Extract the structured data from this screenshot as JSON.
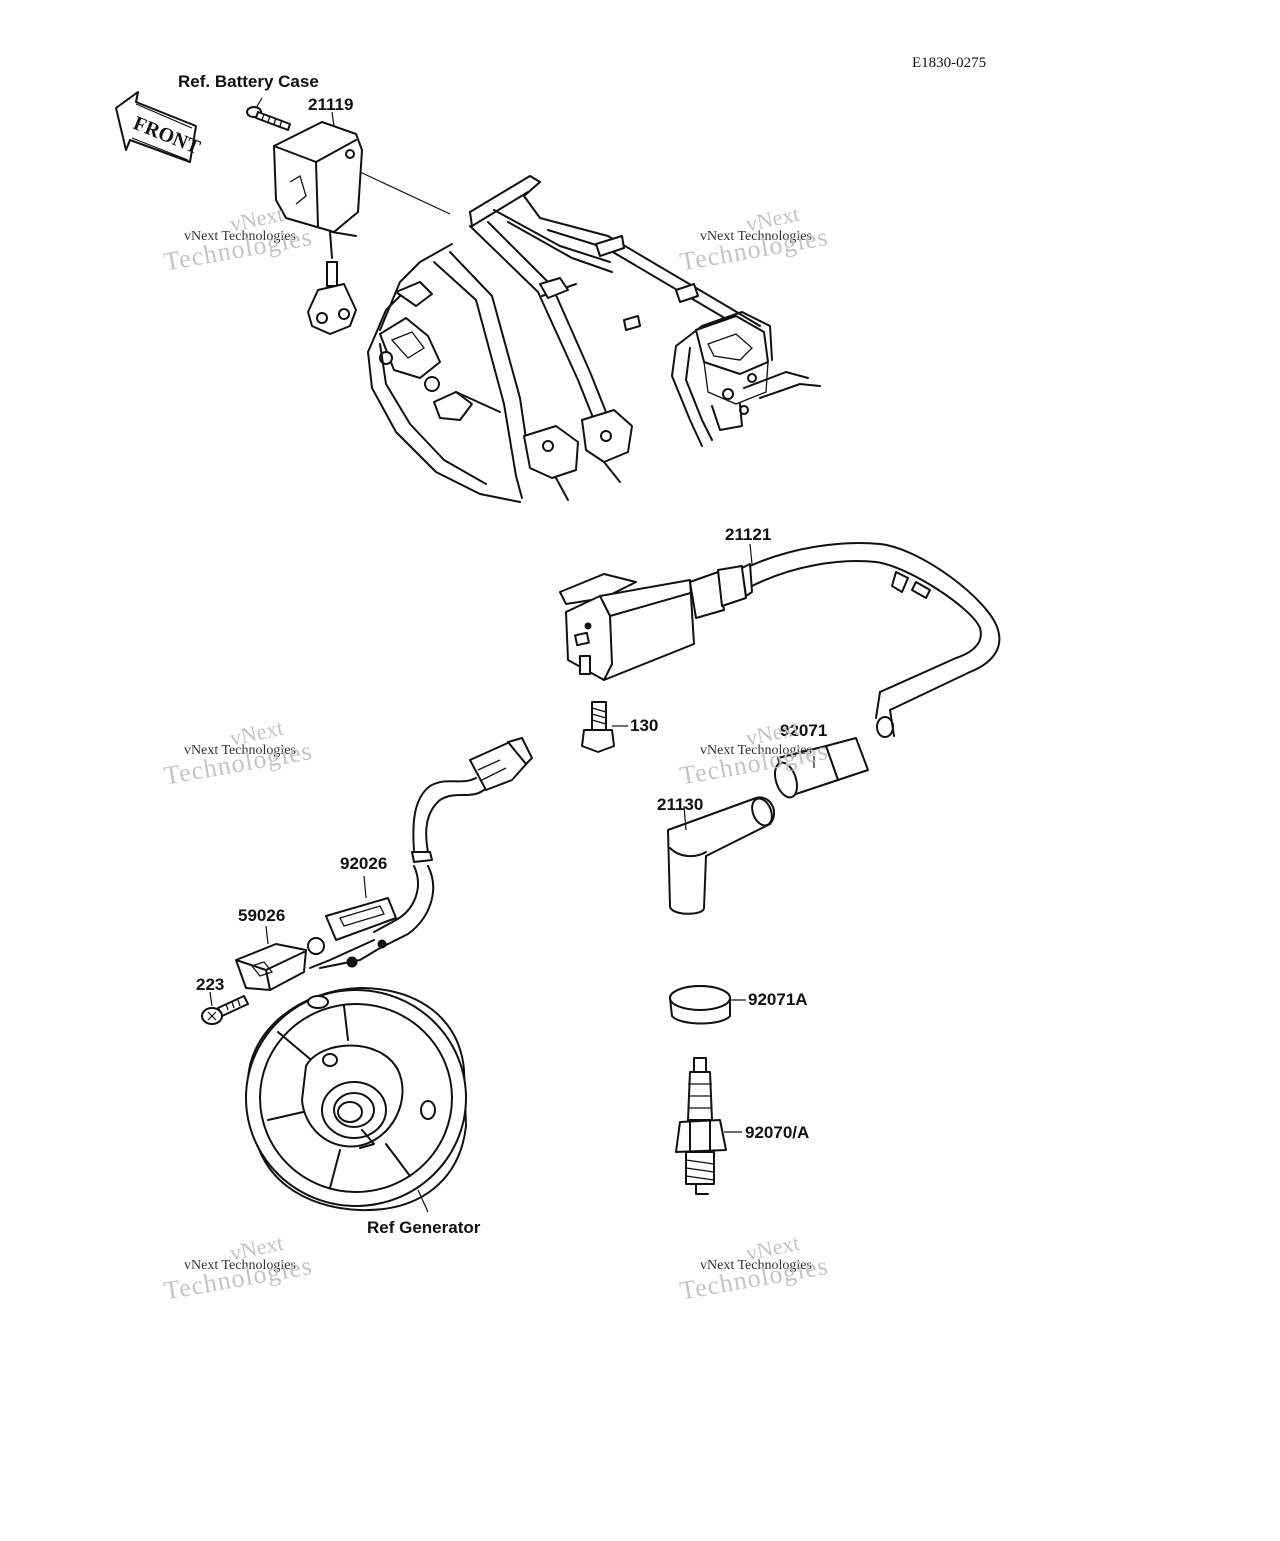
{
  "drawing_code": "E1830-0275",
  "front_label": "FRONT",
  "watermark": {
    "line1": "vNext",
    "line2": "vNext Technologies",
    "line3": "Technologies"
  },
  "labels": {
    "ref_battery_case": "Ref. Battery Case",
    "p21119": "21119",
    "p21121": "21121",
    "p130": "130",
    "p92071": "92071",
    "p21130": "21130",
    "p92026": "92026",
    "p59026": "59026",
    "p223": "223",
    "p92071a": "92071A",
    "p92070a": "92070/A",
    "ref_generator": "Ref Generator"
  }
}
